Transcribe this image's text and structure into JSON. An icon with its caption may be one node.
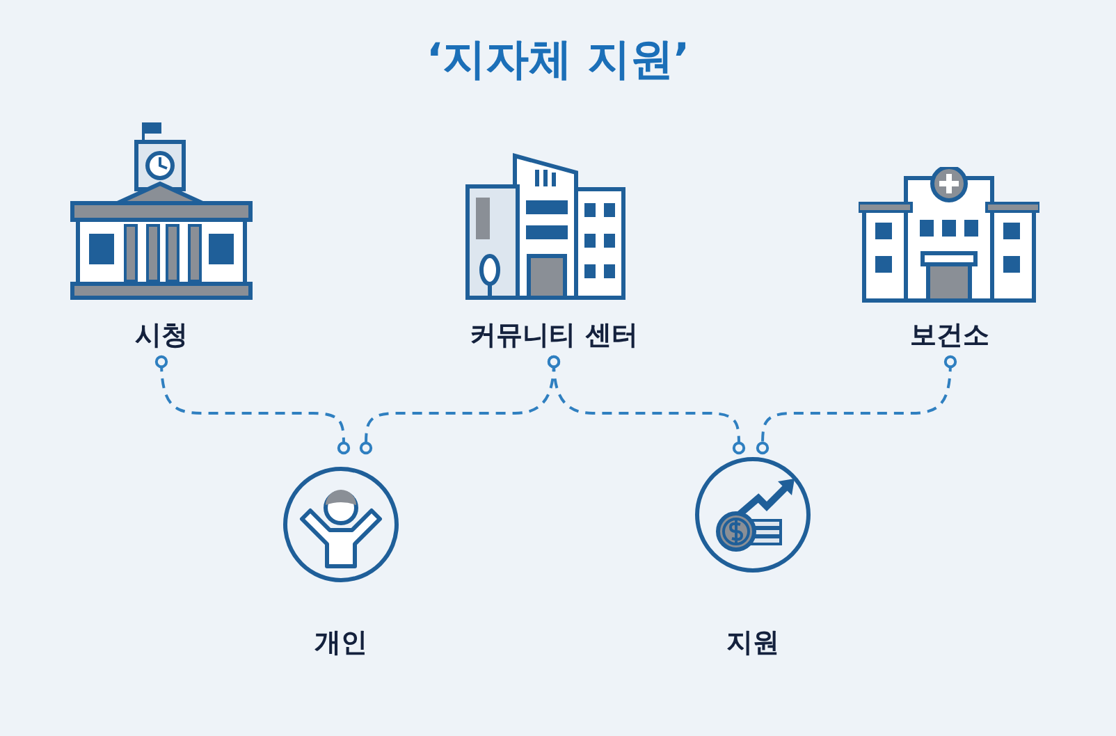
{
  "diagram": {
    "title": "‘지자체 지원’",
    "nodes": [
      {
        "text": [
          "시청"
        ]
      },
      {
        "text": [
          "커뮤니티 센터"
        ]
      },
      {
        "text": [
          "보건소"
        ]
      },
      {
        "text": [
          "개인"
        ]
      },
      {
        "text": [
          "지원"
        ]
      }
    ],
    "edges": [
      {
        "from": 0,
        "to": 3,
        "arrow": "other",
        "style": "dashed"
      },
      {
        "from": 1,
        "to": 3,
        "arrow": "other",
        "style": "dashed"
      },
      {
        "from": 1,
        "to": 4,
        "arrow": "other",
        "style": "dashed"
      },
      {
        "from": 2,
        "to": 4,
        "arrow": "other",
        "style": "dashed"
      }
    ]
  }
}
